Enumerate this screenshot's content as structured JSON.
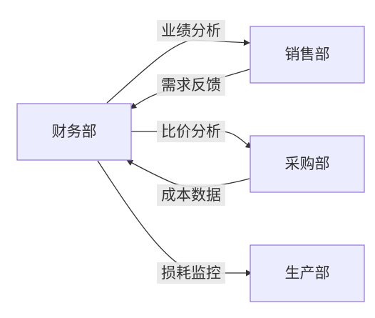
{
  "nodes": {
    "finance": "财务部",
    "sales": "销售部",
    "purchasing": "采购部",
    "production": "生产部"
  },
  "edges": {
    "finance_to_sales": "业绩分析",
    "sales_to_finance": "需求反馈",
    "finance_to_purchasing": "比价分析",
    "purchasing_to_finance": "成本数据",
    "finance_to_production": "损耗监控"
  },
  "colors": {
    "node_fill": "#ECECFF",
    "node_stroke": "#9370DB",
    "edge_stroke": "#333333",
    "label_background": "#E8E8E8",
    "text": "#333333"
  }
}
